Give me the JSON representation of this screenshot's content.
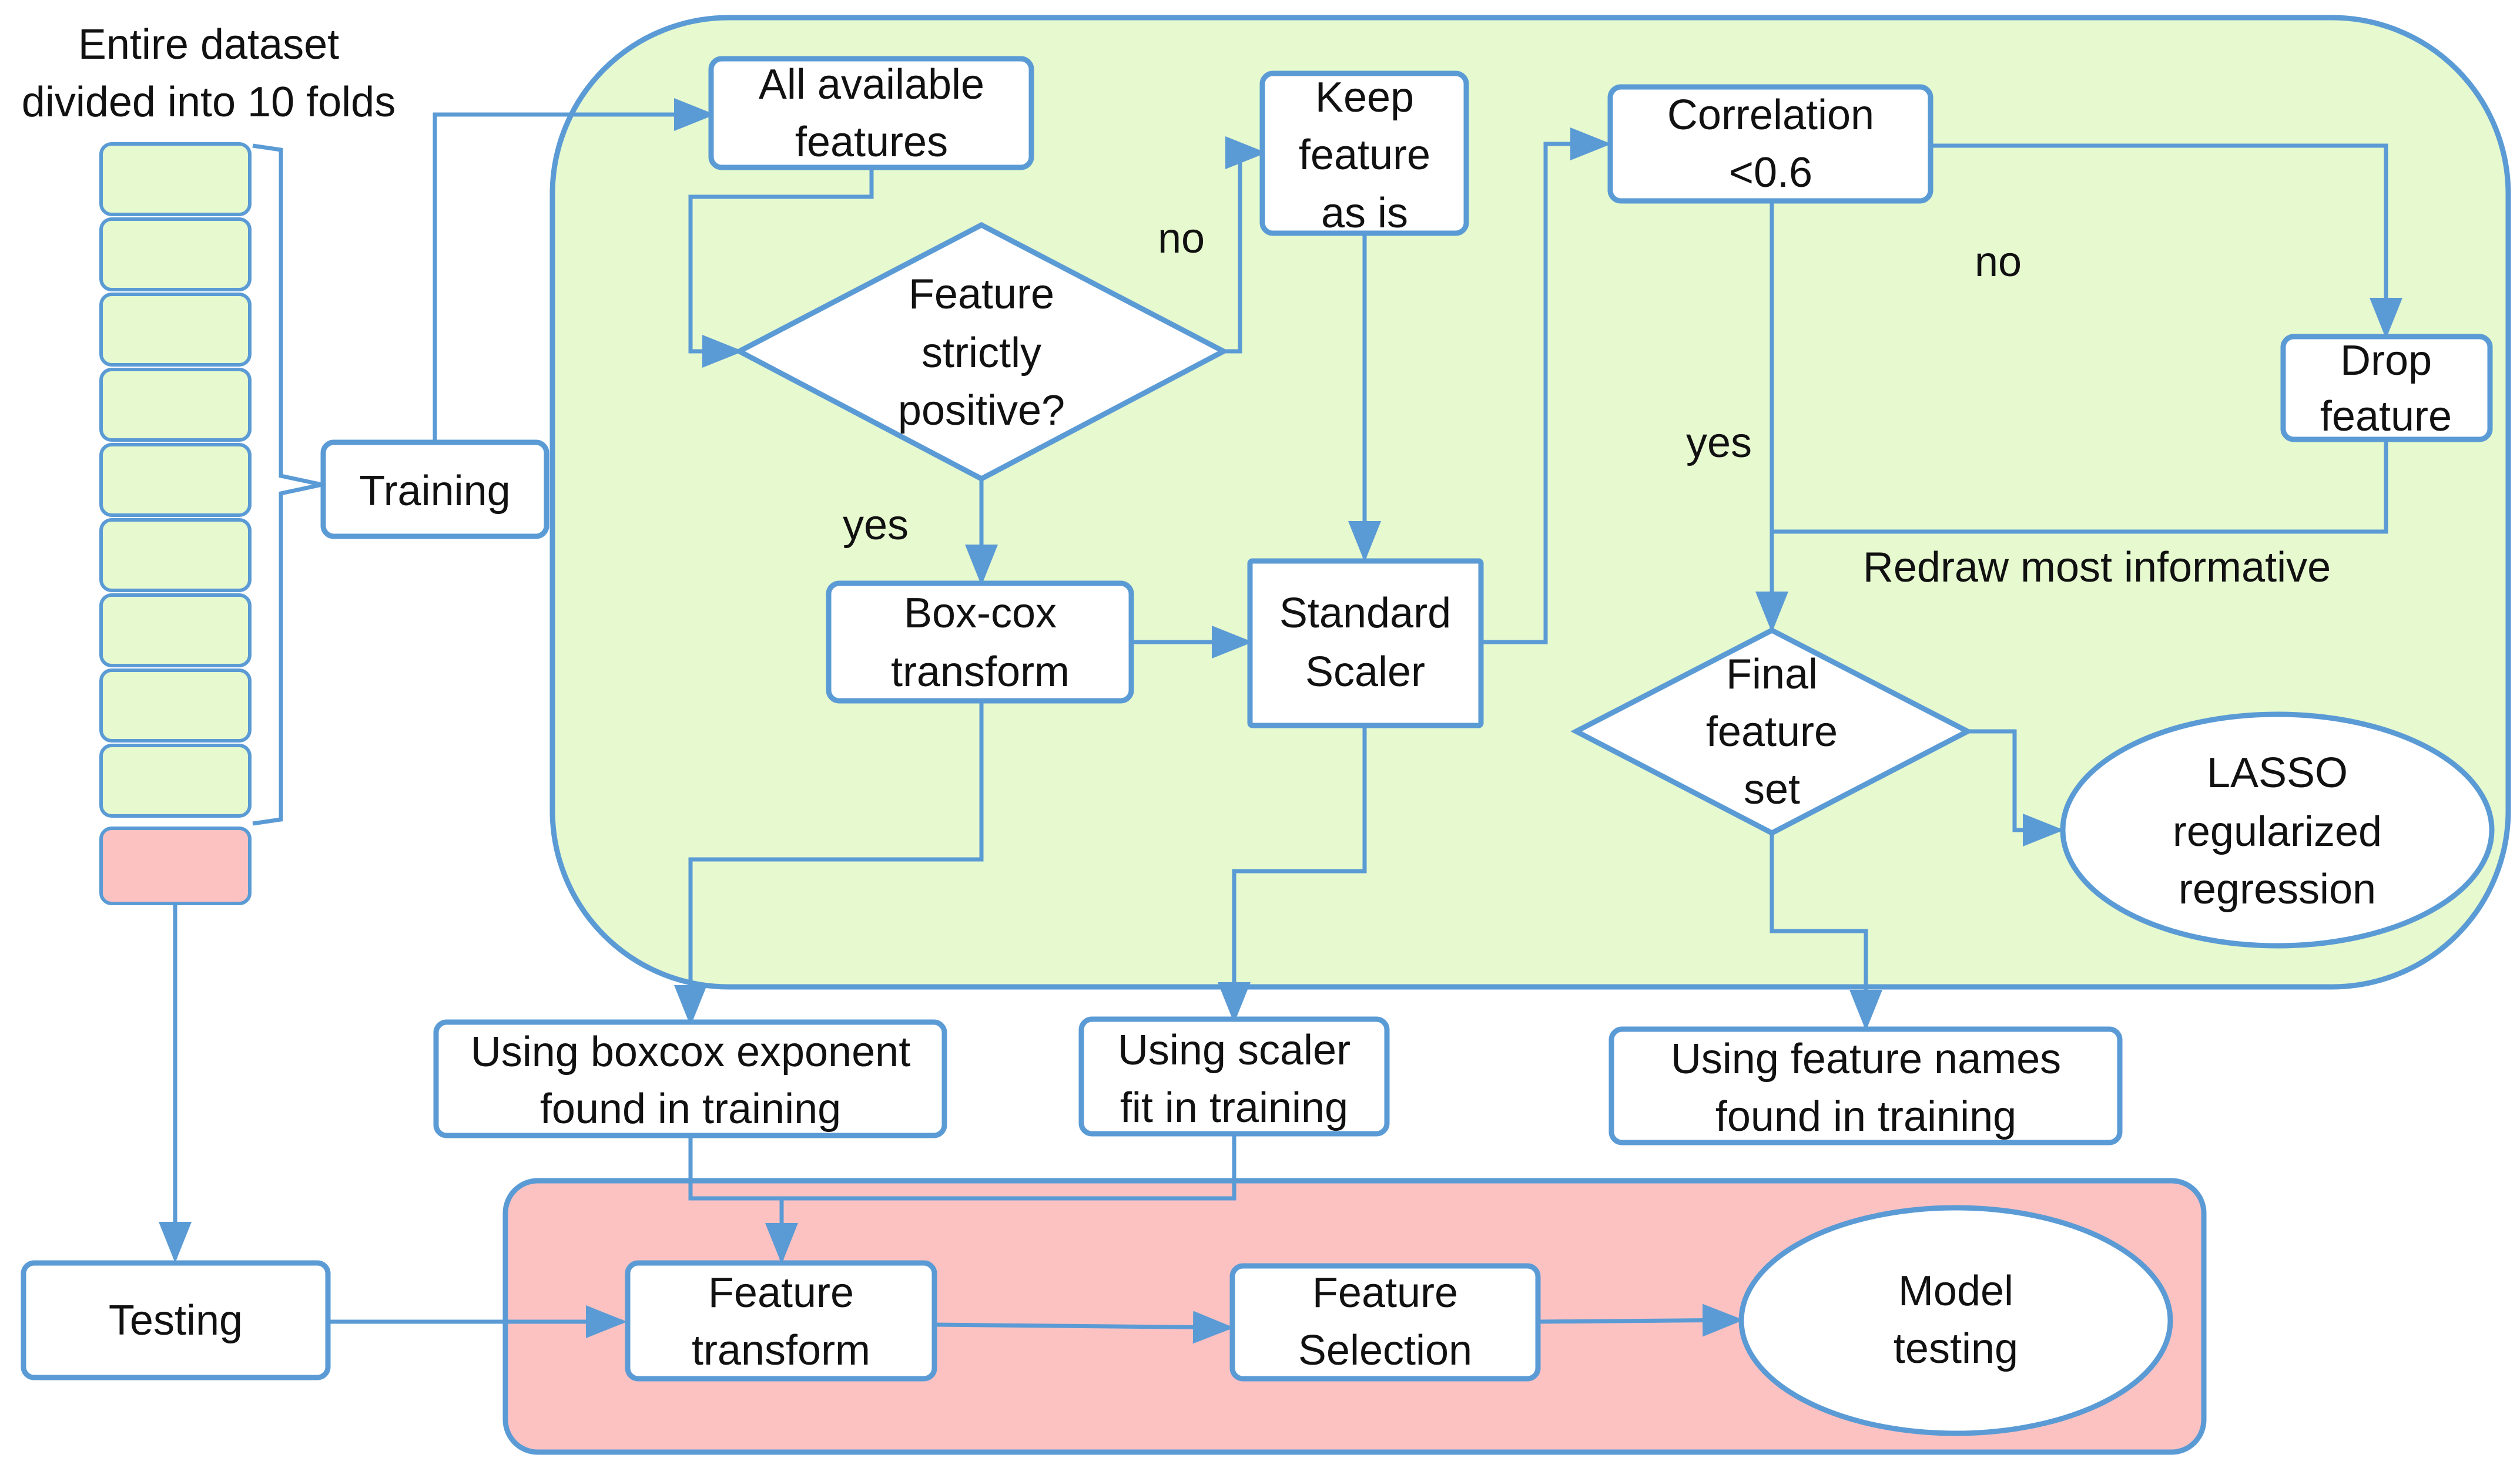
{
  "colors": {
    "stroke": "#5b9bd5",
    "training_region": "#e6f9cf",
    "testing_region": "#fcc2c2",
    "fold_train": "#e6f9cf",
    "fold_test": "#fcc2c2",
    "node_fill": "#ffffff",
    "text": "#111111"
  },
  "dataset": {
    "title_line1": "Entire dataset",
    "title_line2": "divided into 10 folds"
  },
  "nodes": {
    "training": "Training",
    "testing": "Testing",
    "all_features": [
      "All available",
      "features"
    ],
    "strictly_positive": [
      "Feature",
      "strictly",
      "positive?"
    ],
    "keep_feature": [
      "Keep",
      "feature",
      "as is"
    ],
    "boxcox": [
      "Box-cox",
      "transform"
    ],
    "standard_scaler": [
      "Standard",
      "Scaler"
    ],
    "correlation": [
      "Correlation",
      "<0.6"
    ],
    "drop_feature": [
      "Drop",
      "feature"
    ],
    "final_feature_set": [
      "Final",
      "feature",
      "set"
    ],
    "lasso": [
      "LASSO",
      "regularized",
      "regression"
    ],
    "using_boxcox": [
      "Using boxcox exponent",
      "found in training"
    ],
    "using_scaler": [
      "Using scaler",
      "fit in training"
    ],
    "using_feature_names": [
      "Using feature names",
      "found in training"
    ],
    "feature_transform": [
      "Feature",
      "transform"
    ],
    "feature_selection": [
      "Feature",
      "Selection"
    ],
    "model_testing": [
      "Model",
      "testing"
    ]
  },
  "edge_labels": {
    "no_positive": "no",
    "yes_positive": "yes",
    "no_correlation": "no",
    "yes_correlation": "yes",
    "redraw": "Redraw most informative"
  }
}
